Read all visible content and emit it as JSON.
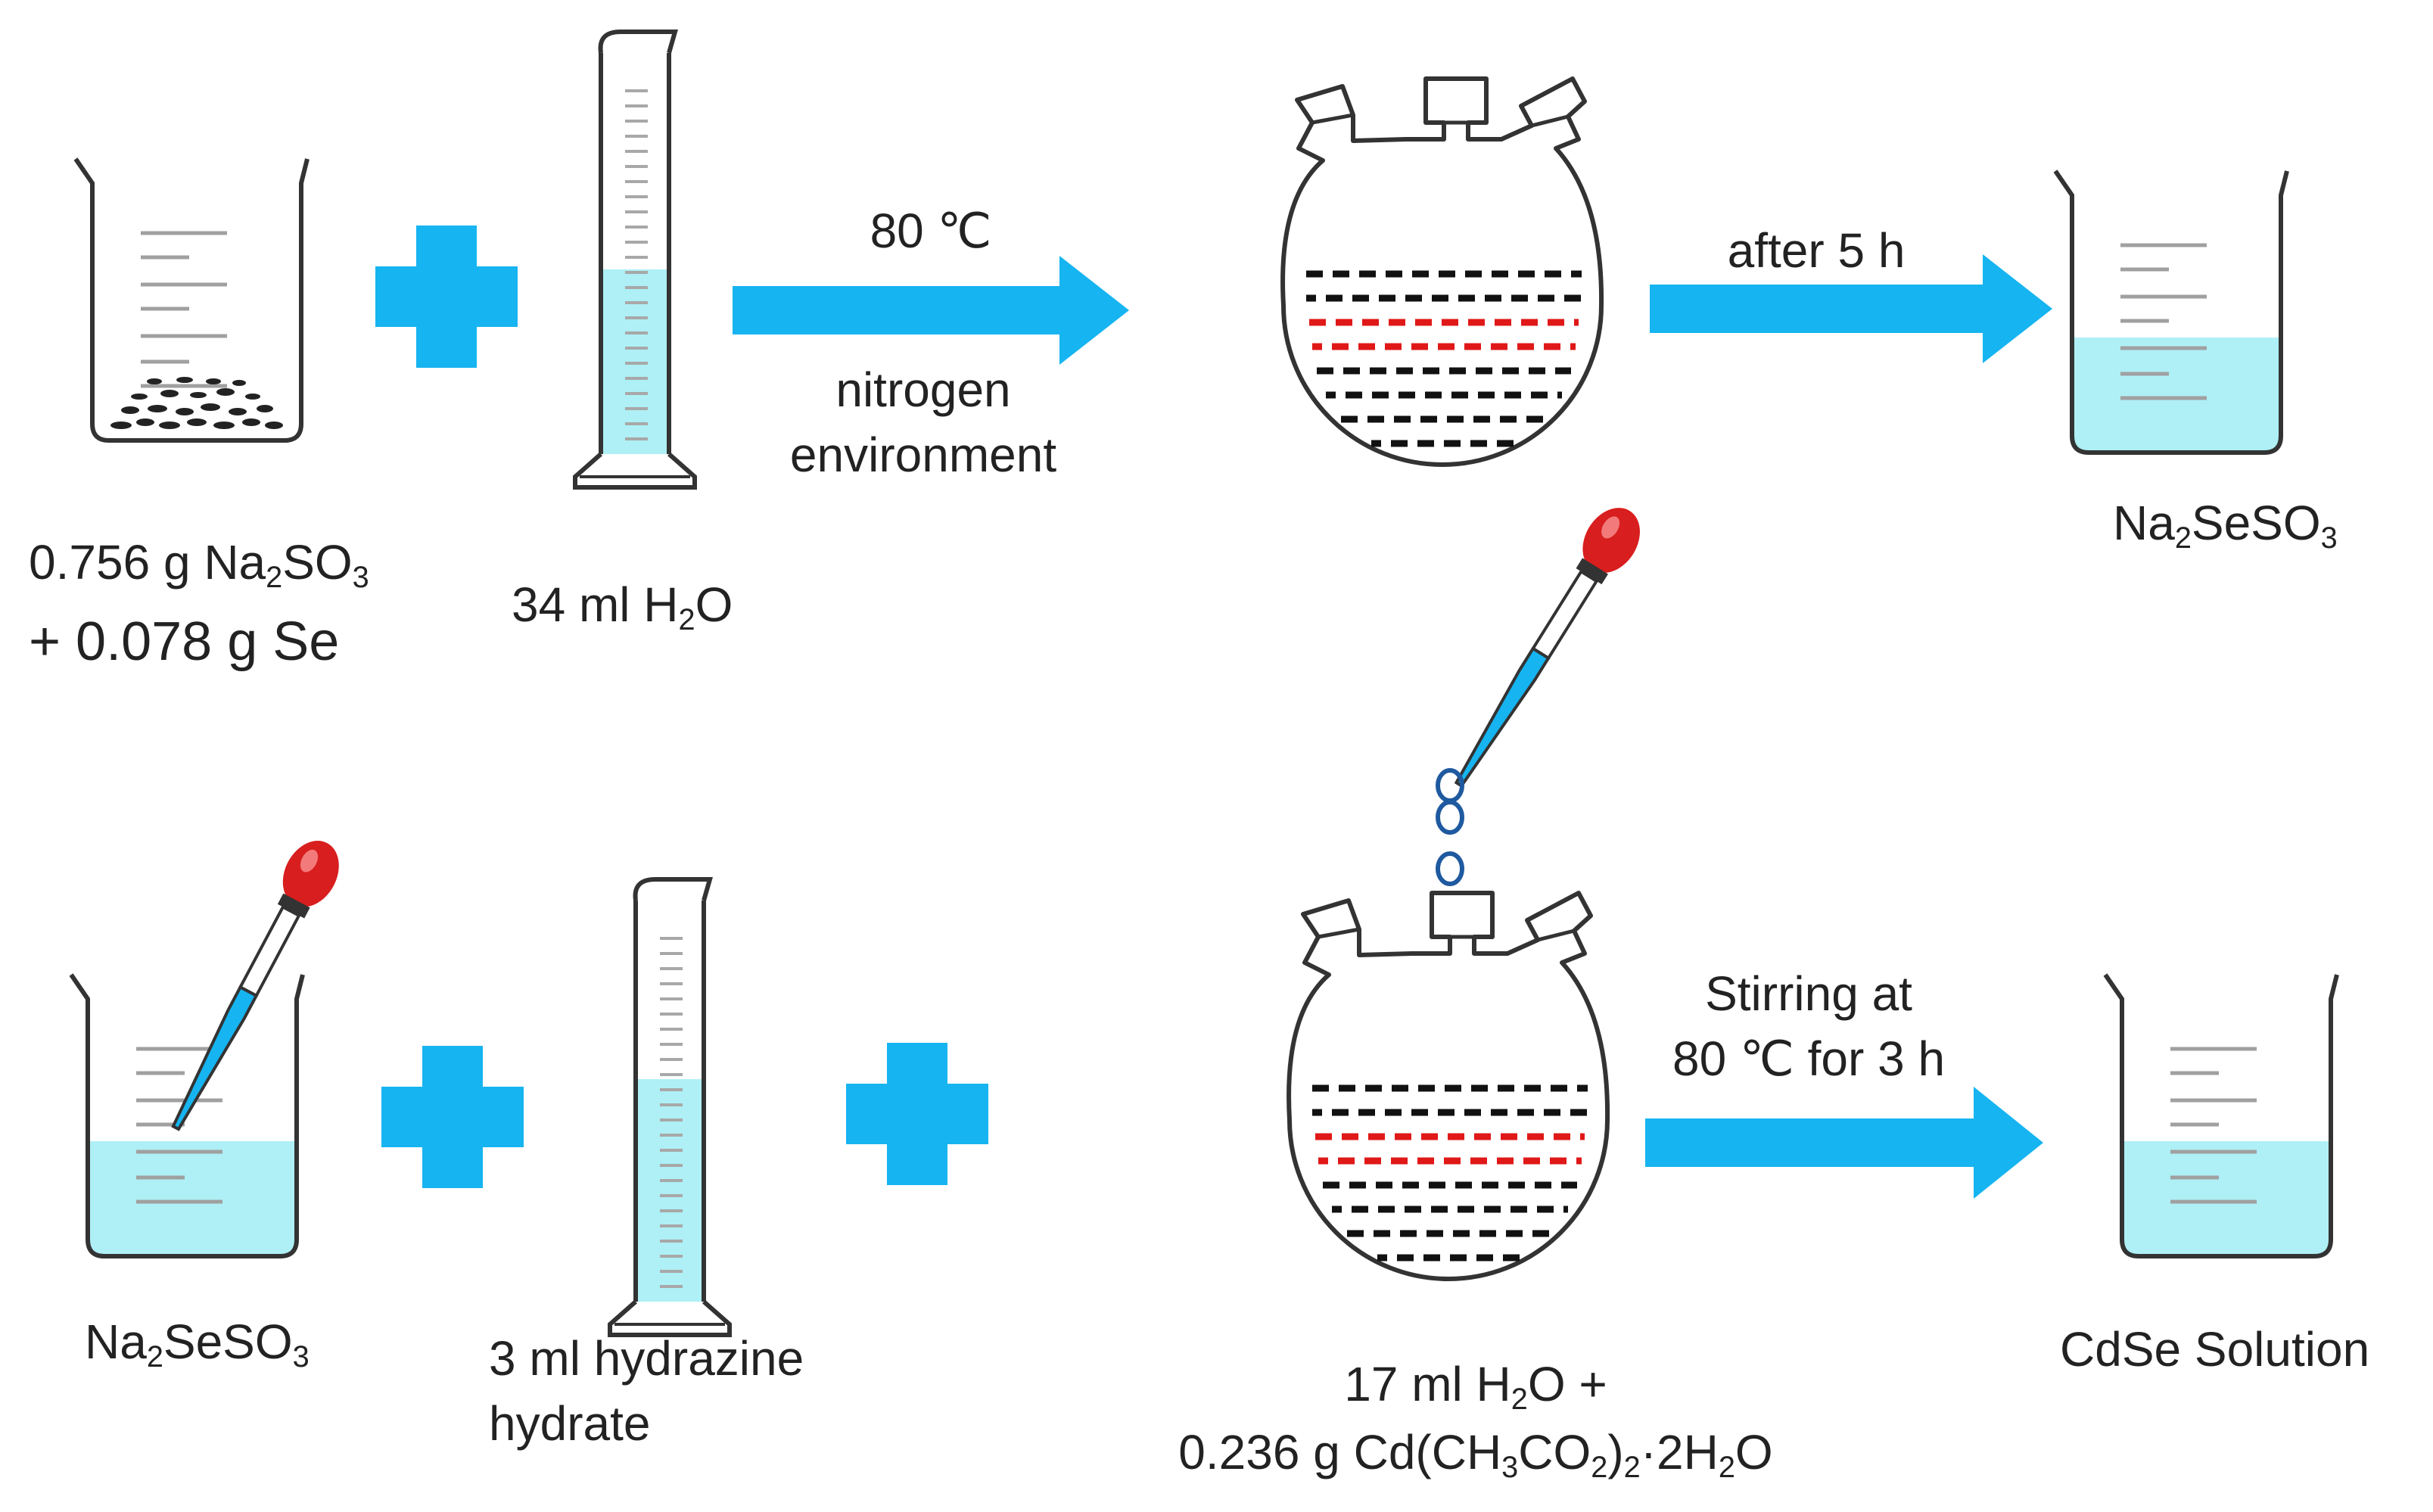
{
  "top_row": {
    "reagent1": {
      "line1": [
        "0.756 g Na",
        "2",
        "SO",
        "3"
      ],
      "line2": "+ 0.078 g Se"
    },
    "water": [
      "34 ml H",
      "2",
      "O"
    ],
    "arrow1": {
      "above": "80 ℃",
      "below_line1": "nitrogen",
      "below_line2": "environment"
    },
    "arrow2": {
      "above": "after 5 h"
    },
    "product": [
      "Na",
      "2",
      "SeSO",
      "3"
    ]
  },
  "bottom_row": {
    "reagent": [
      "Na",
      "2",
      "SeSO",
      "3"
    ],
    "hydrazine": {
      "line1": "3 ml hydrazine",
      "line2": "hydrate"
    },
    "flask": {
      "line1": [
        "17 ml H",
        "2",
        "O +"
      ],
      "line2": [
        "0.236 g Cd(CH",
        "3",
        "CO",
        "2",
        ")",
        "2",
        "·2H",
        "2",
        "O"
      ]
    },
    "arrow": {
      "above_line1": "Stirring at",
      "above_line2": "80 ℃ for 3 h"
    },
    "product": "CdSe Solution"
  },
  "colors": {
    "arrow": "#16b4f0",
    "plus": "#16b4f0",
    "liquid": "#aef0f6",
    "glass_outline": "#333333",
    "bulb": "#d81e1e",
    "drop": "#1f5aa0",
    "layer_black": "#111111",
    "layer_red": "#e01818"
  },
  "icons": [
    "beaker-icon",
    "graduated-cylinder-icon",
    "three-neck-flask-icon",
    "dropper-icon",
    "plus-icon",
    "arrow-icon",
    "droplet-icon"
  ]
}
